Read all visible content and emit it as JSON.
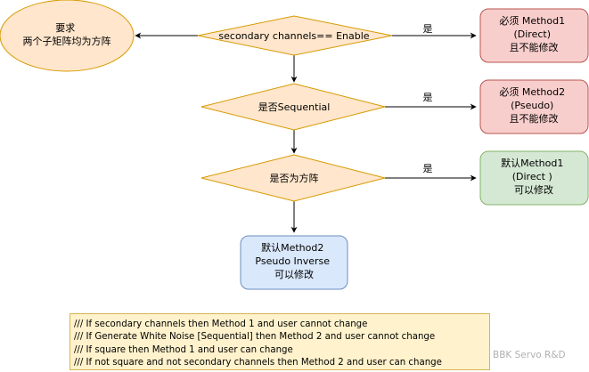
{
  "nodes": {
    "req": {
      "lines": [
        "要求",
        "两个子矩阵均为方阵"
      ]
    },
    "d1": {
      "lines": [
        "secondary channels== Enable"
      ]
    },
    "d2": {
      "lines": [
        "是否Sequential"
      ]
    },
    "d3": {
      "lines": [
        "是否为方阵"
      ]
    },
    "r1": {
      "lines": [
        "必须 Method1",
        "(Direct)",
        "且不能修改"
      ]
    },
    "r2": {
      "lines": [
        "必须 Method2",
        "(Pseudo)",
        "且不能修改"
      ]
    },
    "r3": {
      "lines": [
        "默认Method1",
        "(Direct )",
        "可以修改"
      ]
    },
    "r4": {
      "lines": [
        "默认Method2",
        "Pseudo Inverse",
        "可以修改"
      ]
    }
  },
  "edges": {
    "e1_label": "是",
    "e2_label": "是",
    "e3_label": "是"
  },
  "note_lines": [
    "/// If secondary channels then Method 1 and user cannot change",
    "/// If Generate White Noise [Sequential] then Method 2 and user cannot change",
    "/// If square then Method 1 and user can change",
    "/// If not square and not secondary channels then Method 2 and user can change"
  ],
  "watermark": "BBK Servo R&D",
  "colors": {
    "diamond_fill": "#ffe6cc",
    "diamond_stroke": "#d79b00",
    "red_fill": "#f8cecc",
    "red_stroke": "#b85450",
    "green_fill": "#d5e8d4",
    "green_stroke": "#82b366",
    "blue_fill": "#dae8fc",
    "blue_stroke": "#6c8ebf",
    "note_fill": "#fff2cc",
    "note_stroke": "#d6b656"
  }
}
